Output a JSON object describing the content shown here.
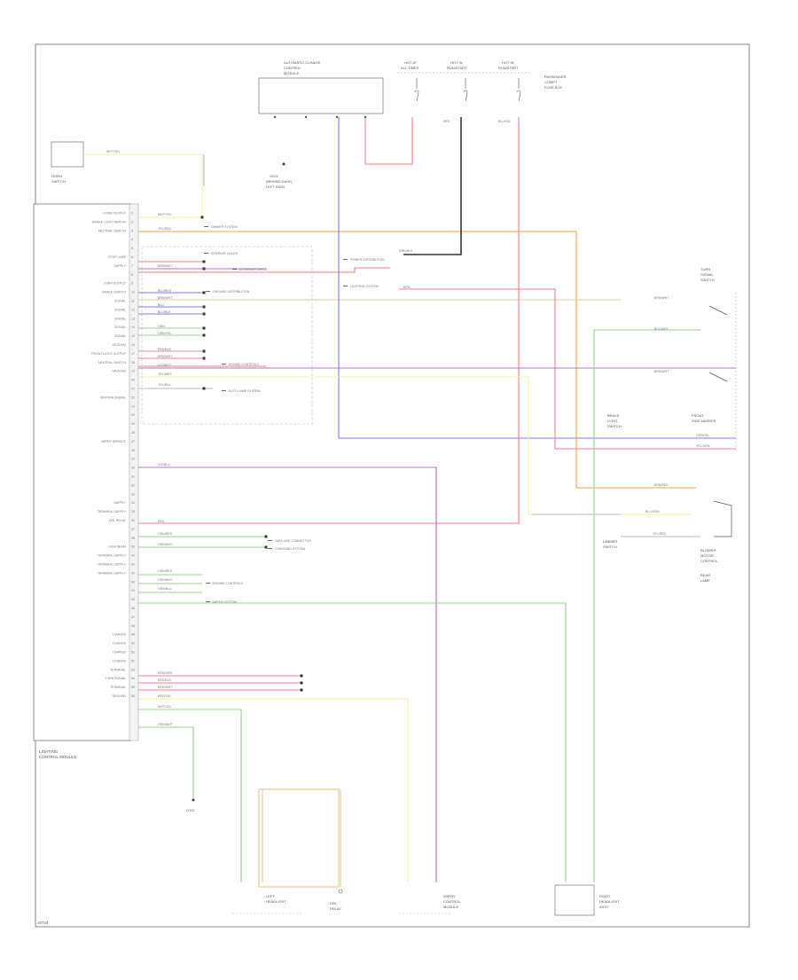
{
  "diagram_id": "10744",
  "components": {
    "main_module": [
      "LIGHTING",
      "CONTROL MODULE"
    ],
    "top_module": [
      "AUTOMATIC CLIMATE",
      "CONTROL",
      "MODULE"
    ],
    "fuse_1": [
      "HOT AT",
      "ALL TIMES"
    ],
    "fuse_2": [
      "HOT IN",
      "RUN/START"
    ],
    "fuse_3": [
      "HOT IN",
      "RUN/START"
    ],
    "fuse_block": [
      "PASSENGER",
      "COMPT",
      "FUSE BOX"
    ],
    "ground_note": [
      "G201",
      "(BEHIND DASH,",
      "LEFT SIDE)"
    ],
    "left_switch": [
      "HORN",
      "SWITCH"
    ],
    "right_switch": [
      "TURN",
      "SIGNAL",
      "SWITCH"
    ],
    "center_switch": [
      "BRAKE",
      "LIGHT",
      "SWITCH"
    ],
    "blower": [
      "BLOWER",
      "MOTOR",
      "CONTROL"
    ],
    "dimmer": [
      "DIMMER",
      "SWITCH"
    ],
    "wiper_module": [
      "WIPER",
      "CONTROL",
      "MODULE"
    ],
    "bottom_left": [
      "LEFT",
      "HEADLIGHT"
    ],
    "bottom_right": [
      "RIGHT",
      "HEADLIGHT",
      "ASSY"
    ],
    "lower_center": [
      "DRL",
      "RELAY"
    ],
    "ground_bottom": [
      "G101"
    ],
    "side_note": [
      "FRONT",
      "SIDE MARKER"
    ],
    "side_note2": [
      "REAR",
      "LAMP"
    ]
  },
  "pin_labels": [
    "HORN OUTPUT",
    "BRAKE LIGHT SWITCH",
    "NEUTRAL SWITCH",
    "",
    "",
    "STOP LAMP",
    "SUPPLY",
    "",
    "TURN OUTPUT",
    "BRAKE SWITCH",
    "SIGNAL",
    "SIGNAL",
    "SIGNAL",
    "SIGNAL",
    "SIGNAL",
    "GROUND",
    "FRONT LIGHT OUTPUT",
    "NEUTRAL SWITCH",
    "GROUND",
    "",
    "",
    "IGNITION SIGNAL",
    "",
    "",
    "",
    "",
    "WIPER SERVICE",
    "",
    "",
    "",
    "",
    "",
    "",
    "SUPPLY",
    "TERMINAL SUPPLY",
    "DRL RELAY",
    "",
    "",
    "HIGH BEAM",
    "TERMINAL SUPPLY",
    "TERMINAL SUPPLY",
    "TERMINAL SUPPLY",
    "",
    "",
    "",
    "",
    "",
    "",
    "CHARGE",
    "CHARGE",
    "CHARGE",
    "CHARGE",
    "TERMINAL",
    "TURN SIGNAL",
    "TERMINAL",
    "GROUND"
  ],
  "wire_labels": {
    "w1": "WHT/YEL",
    "w2": "WHT/YEL",
    "w3": "YEL/RED",
    "w4": "RED",
    "w5": "BRN/WHT",
    "w6": "BLU/RED",
    "w7": "BRN/WHT",
    "w8": "BLU",
    "w9": "BLU/BLK",
    "w10": "GRN",
    "w11": "GRN/YEL",
    "w12": "RED/BLK",
    "w13": "BRN/WHT",
    "w14": "VIO/WHT",
    "w15": "YEL/WHT",
    "w16": "YEL/BLU",
    "w17": "VIO/BLU",
    "w18": "RED",
    "w19": "GRN/RED",
    "w20": "GRN/WHT",
    "w21": "GRN/RED",
    "w22": "GRN/WHT",
    "w23": "GRN/BLU",
    "w24": "RED/GRN",
    "w25": "RED/BLK",
    "w26": "RED/WHT",
    "w27": "RED/YEL",
    "w28": "BLU/YEL",
    "w29": "WHT/YEL",
    "w30": "GRN/WHT",
    "w31": "BRN/WHT",
    "w32": "BLK/WHT",
    "w33": "BRN/WHT",
    "w34": "GRN/YEL",
    "w35": "YEL/GRN",
    "w36": "BRN/RED",
    "w37": "BLU/GRN",
    "w38": "YEL/RED",
    "w39": "GRN/BLK",
    "w40": "BRN"
  },
  "notes": {
    "n1": "DIMMER SYSTEM",
    "n2": "INTERIOR LIGHTS",
    "n3": "EXTERIOR LIGHTS",
    "n4": "GROUND DISTRIBUTION",
    "n5": "POWER DISTRIBUTION",
    "n6": "LIGHTING SYSTEM",
    "n7": "ENGINE CONTROLS",
    "n8": "AUTO LAMP SYSTEM",
    "n9": "DATA LINK CONNECTOR",
    "n10": "CHARGING SYSTEM",
    "n11": "ENGINE CONTROLS",
    "n12": "WIPER SYSTEM"
  },
  "colors": {
    "orange": "#f7a04a",
    "red": "#f08080",
    "blue": "#7b7bf0",
    "purple": "#b070c8",
    "green": "#8fd68f",
    "yellow": "#f3f0a0",
    "black": "#333333",
    "tan": "#e8c890",
    "gray": "#bbbbbb"
  }
}
